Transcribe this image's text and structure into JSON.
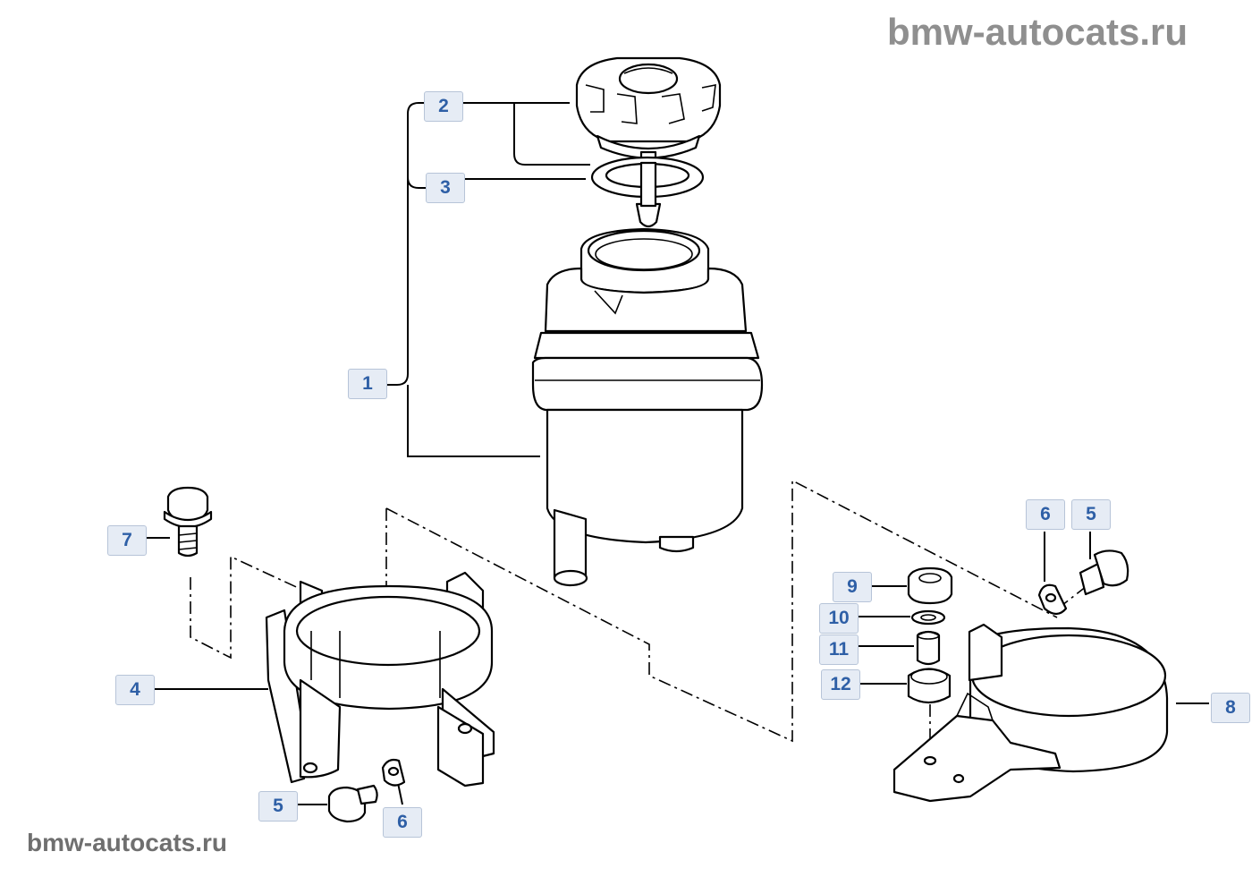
{
  "watermark": {
    "top": "bmw-autocats.ru",
    "bottom": "bmw-autocats.ru"
  },
  "callouts": [
    {
      "id": "c2",
      "label": "2"
    },
    {
      "id": "c3",
      "label": "3"
    },
    {
      "id": "c1",
      "label": "1"
    },
    {
      "id": "c7",
      "label": "7"
    },
    {
      "id": "c4",
      "label": "4"
    },
    {
      "id": "c5a",
      "label": "5"
    },
    {
      "id": "c6a",
      "label": "6"
    },
    {
      "id": "c6b",
      "label": "6"
    },
    {
      "id": "c5b",
      "label": "5"
    },
    {
      "id": "c9",
      "label": "9"
    },
    {
      "id": "c10",
      "label": "10"
    },
    {
      "id": "c11",
      "label": "11"
    },
    {
      "id": "c12",
      "label": "12"
    },
    {
      "id": "c8",
      "label": "8"
    }
  ],
  "colors": {
    "callout_text": "#2e5fa6",
    "callout_bg": "#e6ecf5",
    "watermark": "#8f8f8f"
  }
}
